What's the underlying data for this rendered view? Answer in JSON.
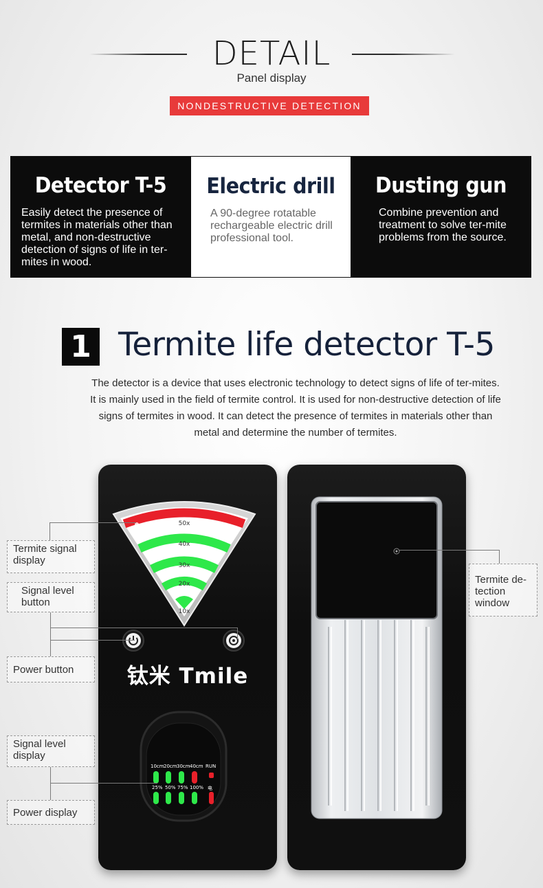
{
  "header": {
    "title": "DETAIL",
    "subtitle": "Panel display",
    "tag": "NONDESTRUCTIVE DETECTION"
  },
  "panels": [
    {
      "title": "Detector T-5",
      "text": "Easily detect the presence of termites in materials other than metal, and non-destructive detection of signs of life in ter-mites in wood."
    },
    {
      "title": "Electric drill",
      "text": "A 90-degree rotatable rechargeable electric drill professional tool."
    },
    {
      "title": "Dusting gun",
      "text": "Combine prevention and treatment to solve ter-mite problems from the source."
    }
  ],
  "section": {
    "number": "1",
    "title": "Termite life detector T-5",
    "description": "The detector is a device that uses electronic technology to detect signs of life of ter-mites. It is mainly used in the field of termite control. It is used for non-destructive detection of life signs of termites in wood. It can detect the presence of termites in materials other than metal and determine the number of termites."
  },
  "device": {
    "brand": "钛米 Tmile",
    "signal_scale": [
      "50x",
      "40x",
      "30x",
      "20x",
      "10x"
    ],
    "distance_labels": [
      "10cm",
      "20cm",
      "30cm",
      "40cm",
      "RUN"
    ],
    "power_labels": [
      "25%",
      "50%",
      "75%",
      "100%",
      "电"
    ]
  },
  "callouts": {
    "termite_signal_display": "Termite signal display",
    "signal_level_button": "Signal level button",
    "power_button": "Power button",
    "signal_level_display": "Signal level display",
    "power_display": "Power display",
    "termite_detection_window": "Termite de-tection window"
  },
  "colors": {
    "accent_red": "#e83a3a",
    "panel_dark": "#0c0c0c",
    "title_navy": "#15213a",
    "led_green": "#2ee84a",
    "led_red": "#e8202a"
  }
}
